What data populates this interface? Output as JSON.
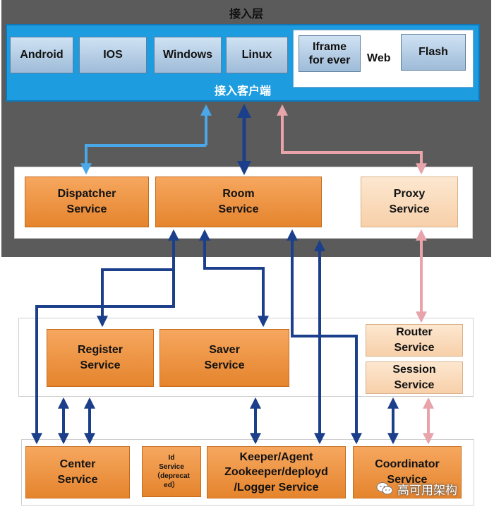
{
  "access_layer": {
    "title": "接入层",
    "client_label": "接入客户端",
    "platforms": [
      "Android",
      "IOS",
      "Windows",
      "Linux"
    ],
    "web": {
      "iframe_label": "Iframe\nfor ever",
      "label": "Web",
      "flash_label": "Flash"
    }
  },
  "services": {
    "dispatcher": "Dispatcher\nService",
    "room": "Room\nService",
    "proxy": "Proxy\nService",
    "register": "Register\nService",
    "saver": "Saver\nService",
    "router": "Router\nService",
    "session": "Session\nService",
    "center": "Center\nService",
    "id_service": "Id\nService\n（deprecat\ned）",
    "keeper": "Keeper/Agent\nZookeeper/deployd\n/Logger Service",
    "coordinator": "Coordinator\nService"
  },
  "colors": {
    "dark_arrow": "#1b3f8a",
    "light_blue_arrow": "#4aa7e8",
    "pink_arrow": "#e8a3ab",
    "service_orange": "#ee9444",
    "client_blue": "#1e9ce0"
  },
  "watermark": {
    "text": "高可用架构",
    "icon": "wechat-icon"
  }
}
